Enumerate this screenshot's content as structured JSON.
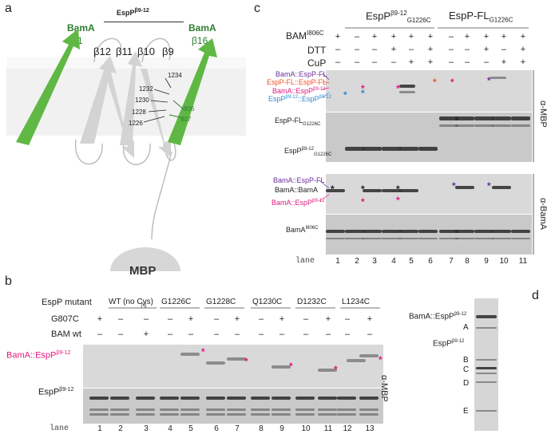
{
  "panel_a": {
    "letter": "a",
    "espp_label": "EspP",
    "espp_sup": "β9-12",
    "bama_left_name": "BamA",
    "bama_left_strand": "β1",
    "bama_right_name": "BamA",
    "bama_right_strand": "β16",
    "strands": [
      "β12",
      "β11",
      "β10",
      "β9"
    ],
    "residues_black": [
      "1234",
      "1232",
      "1230",
      "1228",
      "1226"
    ],
    "residues_green": [
      "806",
      "807"
    ],
    "mbp_label": "MBP",
    "n_label": "N",
    "colors": {
      "green": "#5fb843",
      "strand_gray": "#d3d3d3",
      "membrane": "#f0f0f0"
    }
  },
  "panel_b": {
    "letter": "b",
    "espp_mutant_label": "EspP mutant",
    "mutants": [
      "WT (no Cys)",
      "G1226C",
      "G1228C",
      "Q1230C",
      "D1232C",
      "L1234C"
    ],
    "g807c_label": "G807C",
    "g807c_values": [
      "+",
      "–",
      "–",
      "–",
      "+",
      "–",
      "+",
      "–",
      "+",
      "–",
      "+",
      "–",
      "+"
    ],
    "bamwt_label": "BAM wt",
    "bamwt_values": [
      "–",
      "–",
      "+",
      "–",
      "–",
      "–",
      "–",
      "–",
      "–",
      "–",
      "–",
      "–",
      "–"
    ],
    "crosslink_label": "BamA::EspP",
    "crosslink_sup": "β9-12",
    "espp_band_label": "EspP",
    "espp_band_sup": "β9-12",
    "antibody": "α-MBP",
    "lane_label": "lane",
    "lanes": [
      "1",
      "2",
      "3",
      "4",
      "5",
      "6",
      "7",
      "8",
      "9",
      "10",
      "11",
      "12",
      "13"
    ]
  },
  "panel_c": {
    "letter": "c",
    "group1": "EspP",
    "group1_sup": "β9-12",
    "group1_sub": "G1226C",
    "group2": "EspP-FL",
    "group2_sub": "G1226C",
    "bam_label": "BAM",
    "bam_sup": "I806C",
    "bam_values": [
      "+",
      "–",
      "+",
      "+",
      "+",
      "+",
      "–",
      "+",
      "+",
      "+",
      "+"
    ],
    "dtt_label": "DTT",
    "dtt_values": [
      "–",
      "–",
      "–",
      "+",
      "–",
      "+",
      "–",
      "–",
      "+",
      "–",
      "+"
    ],
    "cup_label": "CuP",
    "cup_values": [
      "–",
      "–",
      "–",
      "–",
      "+",
      "+",
      "–",
      "–",
      "–",
      "+",
      "+"
    ],
    "mbp_blot_labels": {
      "bama_esppfl": "BamA::EspP-FL",
      "esppfl_esppfl": "EspP-FL::EspP-FL",
      "bama_espp912": "BamA::EspP",
      "espp912_espp912": "EspP",
      "espp912_espp912_mid": "::EspP",
      "sup": "β9-12",
      "espp_fl": "EspP-FL",
      "espp_fl_sub": "G1226C",
      "espp_912": "EspP",
      "espp_912_sup": "β9-12",
      "espp_912_sub": "G1226C"
    },
    "bama_blot_labels": {
      "bama_esppfl": "BamA::EspP-FL",
      "bama_bama": "BamA::BamA",
      "bama_espp912": "BamA::EspP",
      "sup": "β9-12",
      "bama": "BamA",
      "bama_sup": "I806C"
    },
    "antibody_mbp": "α-MBP",
    "antibody_bama": "α-BamA",
    "lane_label": "lane",
    "lanes": [
      "1",
      "2",
      "3",
      "4",
      "5",
      "6",
      "7",
      "8",
      "9",
      "10",
      "11"
    ],
    "colors": {
      "purple": "#6b2e9e",
      "orange": "#f0522f",
      "magenta": "#e2197e",
      "blue": "#2f8ad0"
    }
  },
  "panel_d": {
    "letter": "d",
    "labels": [
      "BamA::EspP",
      "A",
      "EspP",
      "B",
      "C",
      "D",
      "E"
    ],
    "sup": "β9-12"
  }
}
